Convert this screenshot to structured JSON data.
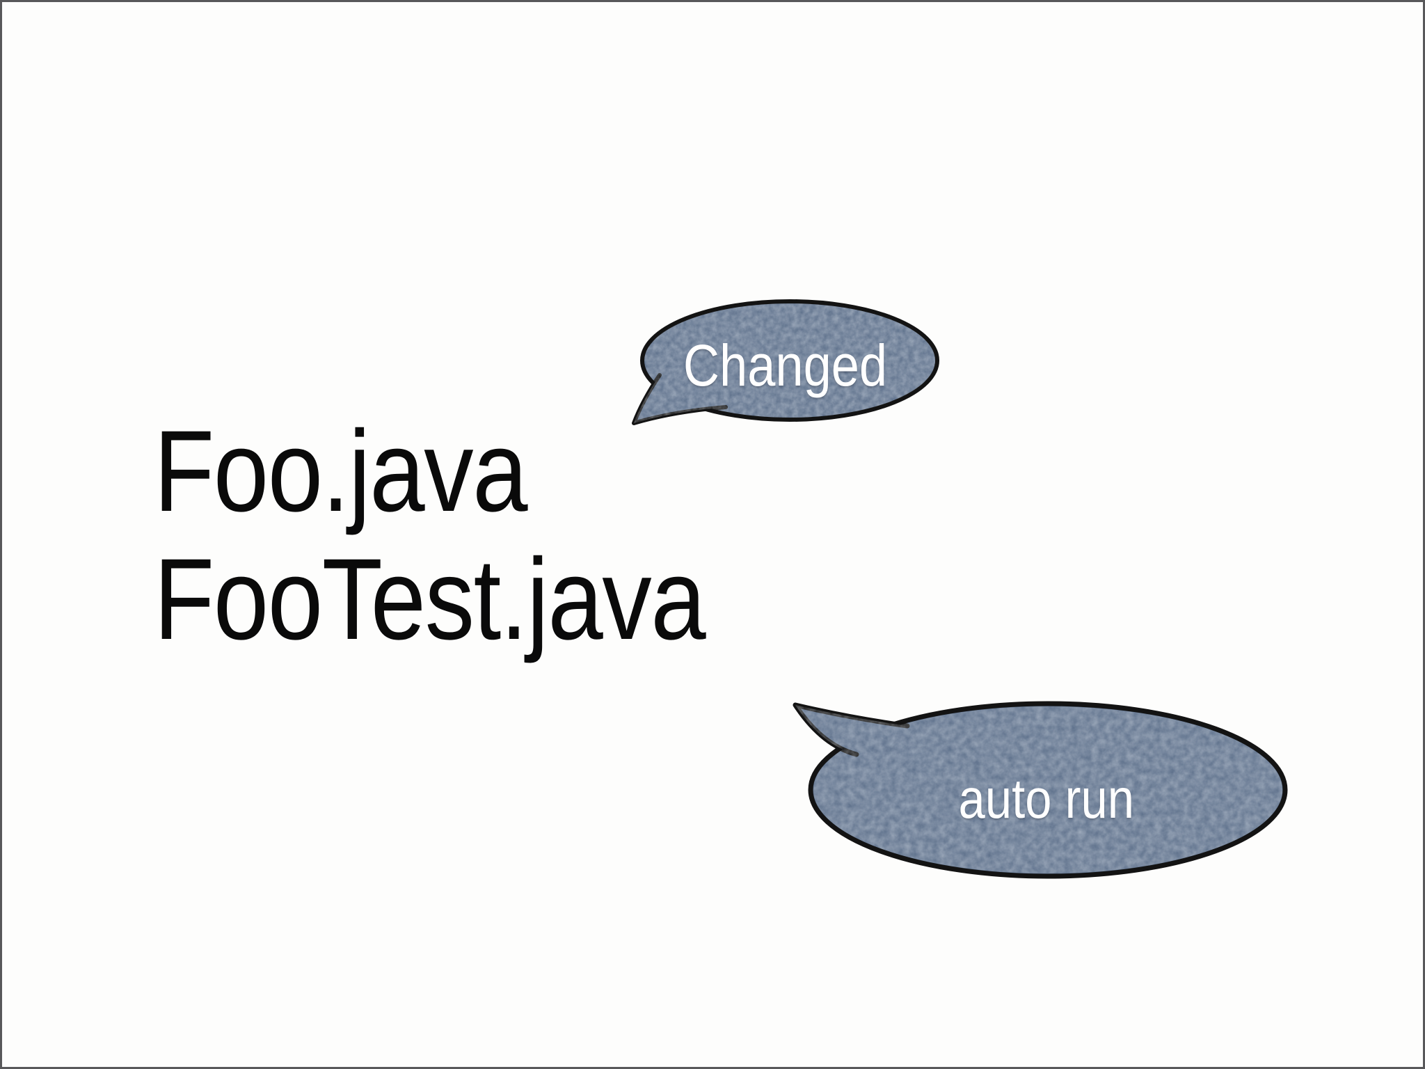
{
  "slide": {
    "background_color": "#fdfdfc",
    "frame_color": "#58585a",
    "file_list": {
      "text_color": "#0a0a0a",
      "lines": [
        "Foo.java",
        "FooTest.java"
      ]
    },
    "bubbles": [
      {
        "id": "changed",
        "label": "Changed",
        "fill": "#5b6e89",
        "stroke": "#131313",
        "text_color": "#ffffff"
      },
      {
        "id": "auto_run",
        "label": "auto run",
        "fill": "#5b6e89",
        "stroke": "#131313",
        "text_color": "#ffffff"
      }
    ]
  }
}
